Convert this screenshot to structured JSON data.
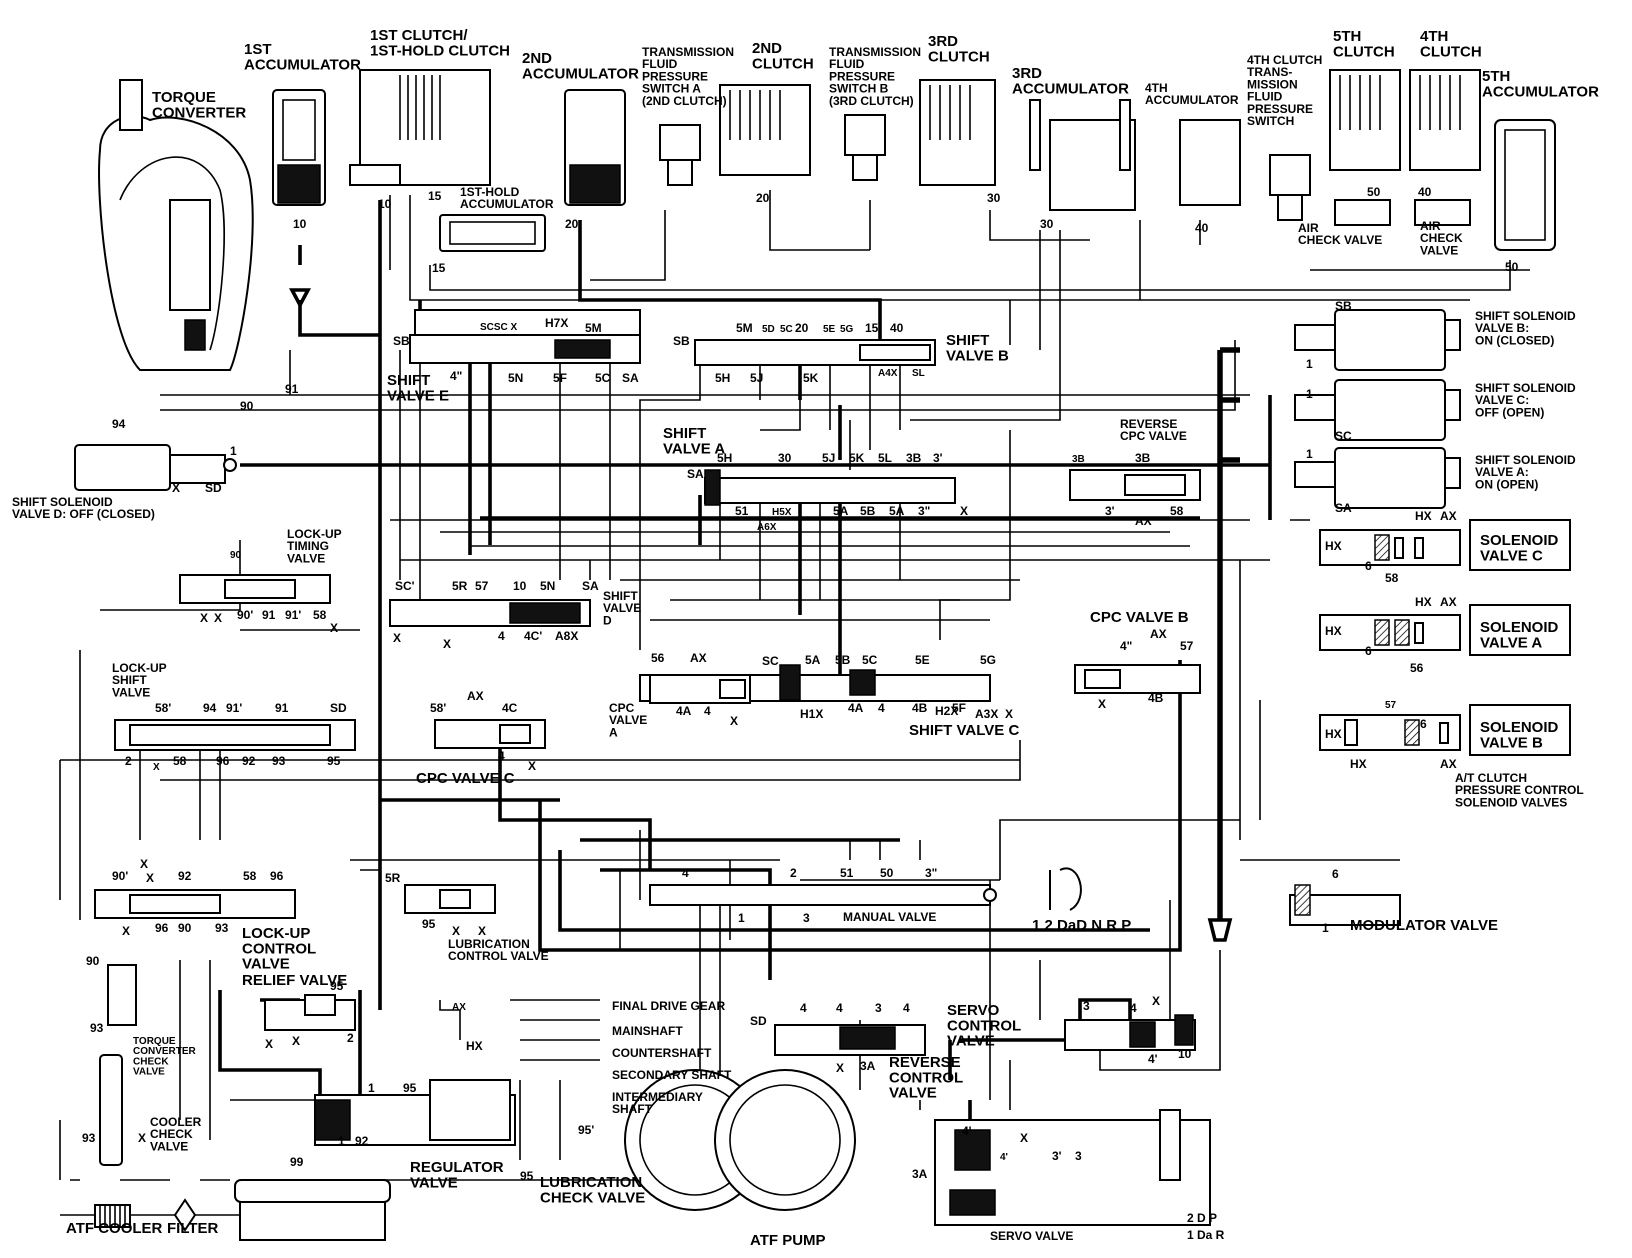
{
  "diagram": {
    "components": {
      "torque_converter": "TORQUE\nCONVERTER",
      "first_accumulator": "1ST\nACCUMULATOR",
      "first_clutch": "1ST CLUTCH/\n1ST-HOLD CLUTCH",
      "second_accumulator": "2ND\nACCUMULATOR",
      "tfps_a": "TRANSMISSION\nFLUID\nPRESSURE\nSWITCH A\n(2ND CLUTCH)",
      "second_clutch": "2ND\nCLUTCH",
      "tfps_b": "TRANSMISSION\nFLUID\nPRESSURE\nSWITCH B\n(3RD CLUTCH)",
      "third_clutch": "3RD\nCLUTCH",
      "third_accumulator": "3RD\nACCUMULATOR",
      "fourth_accumulator": "4TH\nACCUMULATOR",
      "fourth_clutch_tfps": "4TH CLUTCH\nTRANS-\nMISSION\nFLUID\nPRESSURE\nSWITCH",
      "fifth_clutch": "5TH\nCLUTCH",
      "fourth_clutch": "4TH\nCLUTCH",
      "fifth_accumulator": "5TH\nACCUMULATOR",
      "first_hold_accumulator": "1ST-HOLD\nACCUMULATOR",
      "air_check_valve_1": "AIR\nCHECK VALVE",
      "air_check_valve_2": "AIR\nCHECK\nVALVE",
      "shift_valve_e": "SHIFT\nVALVE E",
      "shift_valve_b": "SHIFT\nVALVE B",
      "shift_valve_a": "SHIFT\nVALVE A",
      "shift_valve_c": "SHIFT VALVE C",
      "shift_valve_d": "SHIFT\nVALVE\nD",
      "reverse_cpc_valve": "REVERSE\nCPC VALVE",
      "ssv_b": "SHIFT SOLENOID\nVALVE B:\nON (CLOSED)",
      "ssv_c": "SHIFT SOLENOID\nVALVE C:\nOFF (OPEN)",
      "ssv_a": "SHIFT SOLENOID\nVALVE A:\nON (OPEN)",
      "ssv_d": "SHIFT SOLENOID\nVALVE D: OFF (CLOSED)",
      "solenoid_c": "SOLENOID\nVALVE C",
      "solenoid_a": "SOLENOID\nVALVE A",
      "solenoid_b": "SOLENOID\nVALVE B",
      "at_clutch_solenoids": "A/T CLUTCH\nPRESSURE CONTROL\nSOLENOID VALVES",
      "lockup_timing_valve": "LOCK-UP\nTIMING\nVALVE",
      "lockup_shift_valve": "LOCK-UP\nSHIFT\nVALVE",
      "cpc_valve_a": "CPC\nVALVE\nA",
      "cpc_valve_b": "CPC VALVE B",
      "cpc_valve_c": "CPC VALVE C",
      "lockup_control_valve": "LOCK-UP\nCONTROL\nVALVE",
      "relief_valve": "RELIEF VALVE",
      "lubrication_control_valve": "LUBRICATION\nCONTROL VALVE",
      "manual_valve": "MANUAL VALVE",
      "manual_positions": "1 2 DaD N R   P",
      "modulator_valve": "MODULATOR VALVE",
      "servo_control_valve": "SERVO\nCONTROL\nVALVE",
      "reverse_control_valve": "REVERSE\nCONTROL\nVALVE",
      "tc_check_valve": "TORQUE\nCONVERTER\nCHECK\nVALVE",
      "cooler_check_valve": "COOLER\nCHECK\nVALVE",
      "atf_cooler": "ATF COOLER",
      "filter": "FILTER",
      "regulator_valve": "REGULATOR\nVALVE",
      "lubrication_check_valve": "LUBRICATION\nCHECK VALVE",
      "atf_pump": "ATF PUMP",
      "servo_valve": "SERVO VALVE",
      "final_drive_gear": "FINAL DRIVE GEAR",
      "mainshaft": "MAINSHAFT",
      "countershaft": "COUNTERSHAFT",
      "secondary_shaft": "SECONDARY SHAFT",
      "intermediary_shaft": "INTERMEDIARY\nSHAFT",
      "servo_positions_top": "2  D  P",
      "servo_positions_bottom": "1  Da  R"
    },
    "ports": {
      "p10": "10",
      "p15": "15",
      "p20": "20",
      "p30": "30",
      "p40": "40",
      "p50": "50",
      "sb": "SB",
      "sc": "SC",
      "sa": "SA",
      "sd": "SD",
      "x": "X",
      "one": "1",
      "sc_sc_x": "SCSC X",
      "h7x": "H7X",
      "p5m": "5M",
      "p5d": "5D",
      "p5c": "5C",
      "p5e": "5E",
      "p5g": "5G",
      "p4pp": "4\"",
      "p5n": "5N",
      "p5f": "5F",
      "p5h": "5H",
      "p5j": "5J",
      "p5k": "5K",
      "a4x": "A4X",
      "sl": "SL",
      "p3b": "3B",
      "p3p": "3'",
      "p5l": "5L",
      "p51": "51",
      "h5x": "H5X",
      "a6x": "A6X",
      "p5a": "5A",
      "p3pp": "3\"",
      "p58": "58",
      "ax": "AX",
      "hx": "HX",
      "p6": "6",
      "p56": "56",
      "p57": "57",
      "p90": "90",
      "p90p": "90'",
      "p91": "91",
      "p91p": "91'",
      "p94": "94",
      "p58p": "58'",
      "p92": "92",
      "p93": "93",
      "p95": "95",
      "p96": "96",
      "p2": "2",
      "p5r": "5R",
      "sc_p": "SC'",
      "p4": "4",
      "p4c": "4C",
      "p4cp": "4C'",
      "a8x": "A8X",
      "p4a": "4A",
      "p4b": "4B",
      "p5b": "5B",
      "h1x": "H1X",
      "h2x": "H2X",
      "a3x": "A3X",
      "p3": "3",
      "p3a": "3A",
      "p4p": "4'",
      "p99": "99",
      "p95p": "95'",
      "p1": "1"
    }
  }
}
